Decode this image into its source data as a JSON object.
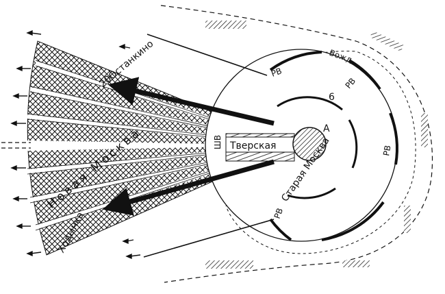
{
  "labels": {
    "ostankino": "20Останкино",
    "novaya_moskva": "Новая Москва",
    "khodynka": "Ходынка",
    "tverskaya": "Тверская",
    "staraya_moskva": "Старая Москва",
    "vozh": "Вожд",
    "six": "6",
    "a": "A",
    "rv_top": "РВ",
    "rv_upper_right": "РВ",
    "rv_right": "РВ",
    "rv_bottom": "РВ",
    "shv": "ШВ"
  },
  "colors": {
    "ink": "#111111",
    "paper": "#ffffff"
  }
}
